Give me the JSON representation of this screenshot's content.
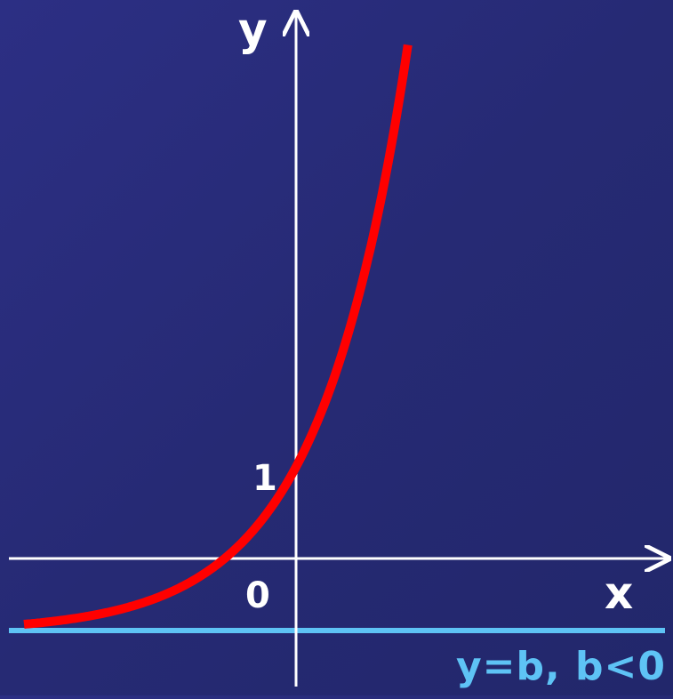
{
  "labels": {
    "y_axis": "y",
    "x_axis": "x",
    "origin": "0",
    "y_intercept": "1",
    "asymptote": "y=b, b<0"
  },
  "colors": {
    "background": "#282c78",
    "axes": "#ffffff",
    "curve": "#ff0000",
    "asymptote": "#5ec3f5"
  },
  "chart_data": {
    "type": "line",
    "description_points": "exponential curve y = a^x + b shifted down, passing through (0,1)",
    "x_range": [
      -3.0,
      2.1
    ],
    "y_range": [
      -0.95,
      6.1
    ],
    "curve": {
      "base": 2.8,
      "shift_b": -0.8,
      "scale": 1.8
    },
    "y_intercept": 1,
    "asymptote_y": -0.8
  }
}
